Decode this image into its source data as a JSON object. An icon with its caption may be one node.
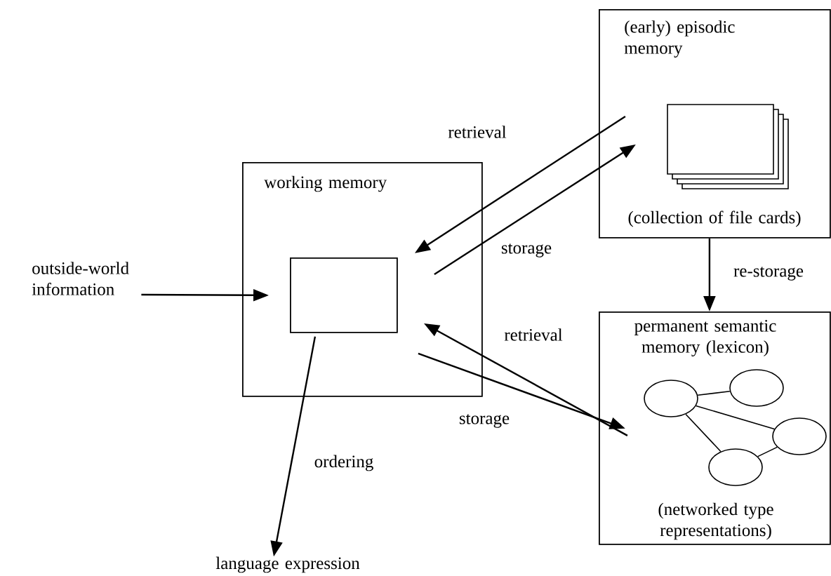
{
  "diagram": {
    "nodes": [
      {
        "text": [
          "working memory"
        ]
      },
      {
        "text": [],
        "shape": "box",
        "in": 0
      },
      {
        "text": [
          "outside-world information"
        ]
      },
      {
        "text": [
          "language expression"
        ]
      },
      {
        "text": [
          "(early) episodic memory",
          "(collection of file cards)"
        ]
      },
      {
        "text": [
          "permanent semantic memory (lexicon)",
          "(networked type representations)"
        ]
      },
      {
        "text": [],
        "shape": "circle",
        "in": 5
      },
      {
        "text": [],
        "shape": "circle",
        "in": 5
      },
      {
        "text": [],
        "shape": "circle",
        "in": 5
      },
      {
        "text": [],
        "shape": "circle",
        "in": 5
      }
    ],
    "edges": [
      {
        "from": 4,
        "to": 1,
        "arrow": "to",
        "label": "retrieval"
      },
      {
        "from": 1,
        "to": 4,
        "arrow": "to",
        "label": "storage"
      },
      {
        "from": 5,
        "to": 1,
        "arrow": "to",
        "label": "retrieval"
      },
      {
        "from": 1,
        "to": 5,
        "arrow": "to",
        "label": "storage"
      },
      {
        "from": 2,
        "to": 1,
        "arrow": "to"
      },
      {
        "from": 1,
        "to": 3,
        "arrow": "to",
        "label": "ordering"
      },
      {
        "from": 4,
        "to": 5,
        "arrow": "to",
        "label": "re-storage"
      },
      {
        "from": 6,
        "to": 7,
        "arrow": "none"
      },
      {
        "from": 6,
        "to": 8,
        "arrow": "none"
      },
      {
        "from": 6,
        "to": 9,
        "arrow": "none"
      },
      {
        "from": 9,
        "to": 8,
        "arrow": "none"
      }
    ]
  }
}
